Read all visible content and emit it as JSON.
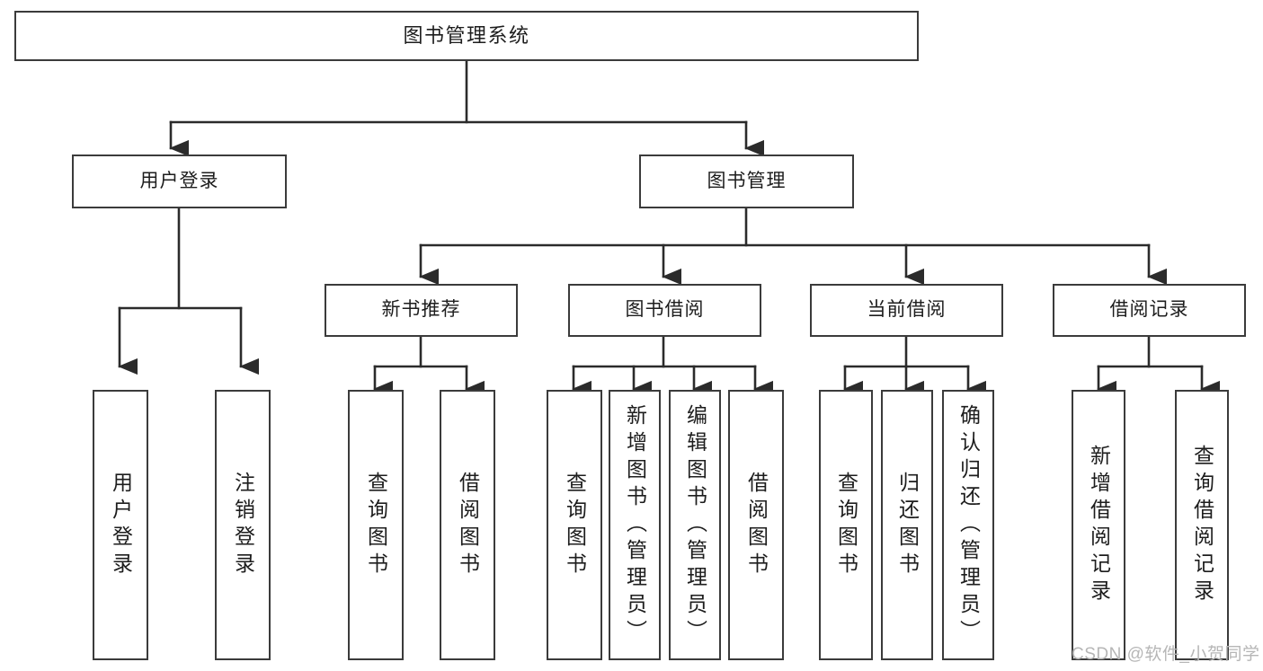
{
  "diagram": {
    "title": "图书管理系统",
    "type": "tree-hierarchy",
    "colors": {
      "background": "#ffffff",
      "box_fill": "#ffffff",
      "box_border": "#3b3b3b",
      "connector": "#2b2b2b",
      "text": "#1d1d1d",
      "watermark": "#b6b6b6"
    },
    "root": {
      "label": "图书管理系统"
    },
    "level1": [
      {
        "label": "用户登录"
      },
      {
        "label": "图书管理"
      }
    ],
    "level2": [
      {
        "label": "新书推荐"
      },
      {
        "label": "图书借阅"
      },
      {
        "label": "当前借阅"
      },
      {
        "label": "借阅记录"
      }
    ],
    "leaves": {
      "user_login": [
        {
          "label": "用户登录"
        },
        {
          "label": "注销登录"
        }
      ],
      "new_book_recommend": [
        {
          "label": "查询图书"
        },
        {
          "label": "借阅图书"
        }
      ],
      "book_borrow": [
        {
          "label": "查询图书"
        },
        {
          "label": "新增图书（管理员）"
        },
        {
          "label": "编辑图书（管理员）"
        },
        {
          "label": "借阅图书"
        }
      ],
      "current_borrow": [
        {
          "label": "查询图书"
        },
        {
          "label": "归还图书"
        },
        {
          "label": "确认归还（管理员）"
        }
      ],
      "borrow_record": [
        {
          "label": "新增借阅记录"
        },
        {
          "label": "查询借阅记录"
        }
      ]
    }
  },
  "watermark": {
    "text": "CSDN @软件_小贺同学"
  }
}
